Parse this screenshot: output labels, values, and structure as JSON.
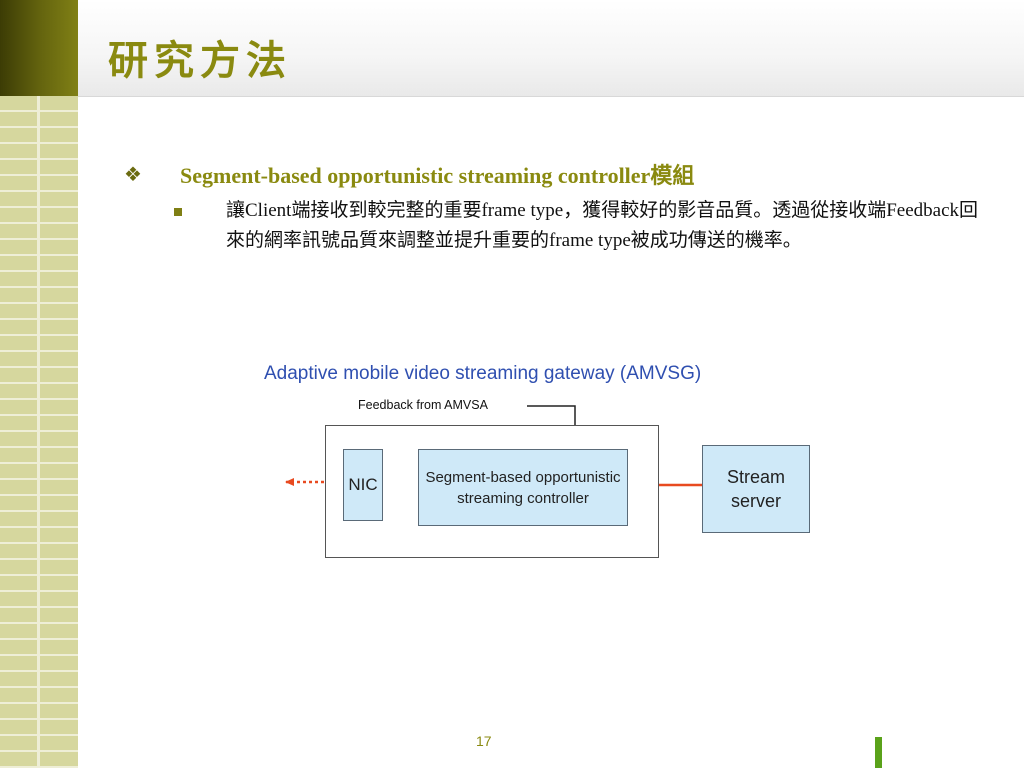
{
  "slide": {
    "title": "研究方法",
    "page_number": "17"
  },
  "bullets": {
    "main": "Segment-based opportunistic streaming controller模組",
    "sub": "讓Client端接收到較完整的重要frame  type，獲得較好的影音品質。透過從接收端Feedback回來的網率訊號品質來調整並提升重要的frame type被成功傳送的機率。"
  },
  "diagram": {
    "title": "Adaptive mobile video streaming gateway (AMVSG)",
    "feedback_label": "Feedback from AMVSA",
    "nic_label": "NIC",
    "controller_label": "Segment-based opportunistic streaming controller",
    "server_label": "Stream server"
  },
  "colors": {
    "title_olive": "#8a8a10",
    "diagram_title_blue": "#2f4fb0",
    "box_fill": "#cfe9f8",
    "arrow_red": "#e84a20",
    "accent_green": "#5aa21a"
  },
  "icons": {
    "level1_bullet": "diamond-cluster-icon",
    "level2_bullet": "square-bullet-icon"
  }
}
